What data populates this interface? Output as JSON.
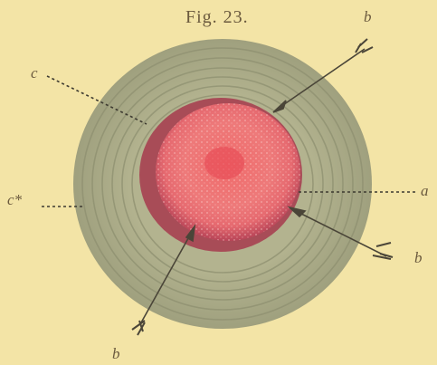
{
  "figure": {
    "caption": "Fig. 23.",
    "labels": {
      "c": "c",
      "c_star": "c*",
      "a": "a",
      "b_top": "b",
      "b_right": "b",
      "b_bottom": "b"
    }
  },
  "colors": {
    "paper": "#f3e4a6",
    "outer_ring": "#a9a985",
    "ring_line": "#8f9170",
    "core_red": "#ec6a6a",
    "core_dark": "#a8354a",
    "ink": "#5a5040"
  }
}
